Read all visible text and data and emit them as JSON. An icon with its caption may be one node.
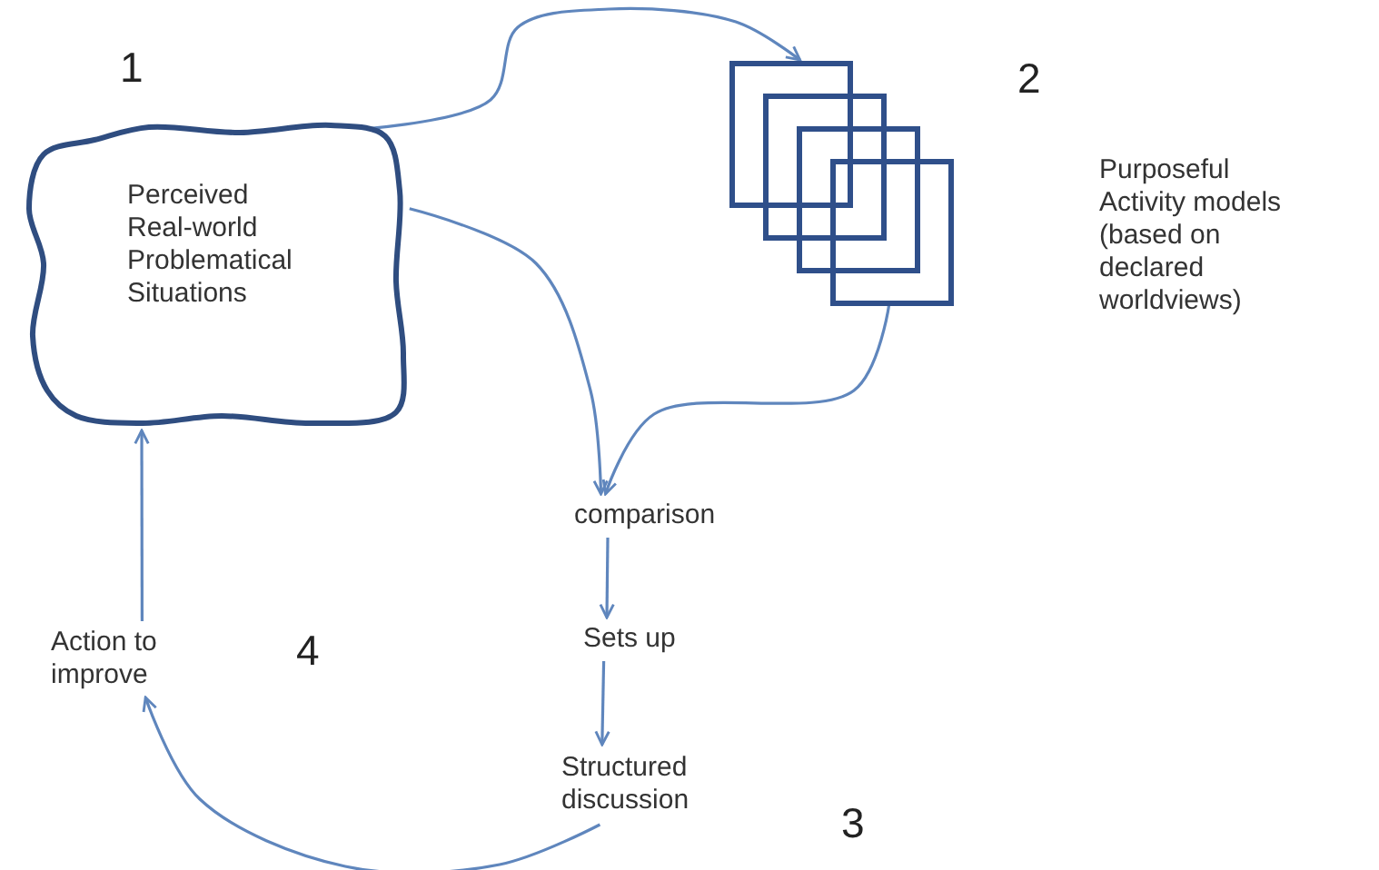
{
  "diagram": {
    "nodes": [
      {
        "text": [
          "Perceived Real-world Problematical Situations"
        ]
      },
      {
        "text": [],
        "shape": "box"
      },
      {
        "text": [
          "comparison"
        ]
      },
      {
        "text": [
          "Sets up"
        ]
      },
      {
        "text": [
          "Structured discussion"
        ]
      },
      {
        "text": [
          "Action to improve"
        ]
      }
    ],
    "edges": [
      {
        "from": 0,
        "to": 1,
        "arrow": "to"
      },
      {
        "from": 0,
        "to": 2,
        "arrow": "to"
      },
      {
        "from": 1,
        "to": 2,
        "arrow": "to"
      },
      {
        "from": 2,
        "to": 3,
        "arrow": "to"
      },
      {
        "from": 3,
        "to": 4,
        "arrow": "to"
      },
      {
        "from": 4,
        "to": 5,
        "arrow": "to"
      },
      {
        "from": 5,
        "to": 0,
        "arrow": "to"
      }
    ],
    "labels": [
      "1",
      "2",
      "Purposeful Activity models (based on declared worldviews)",
      "4",
      "3"
    ]
  }
}
